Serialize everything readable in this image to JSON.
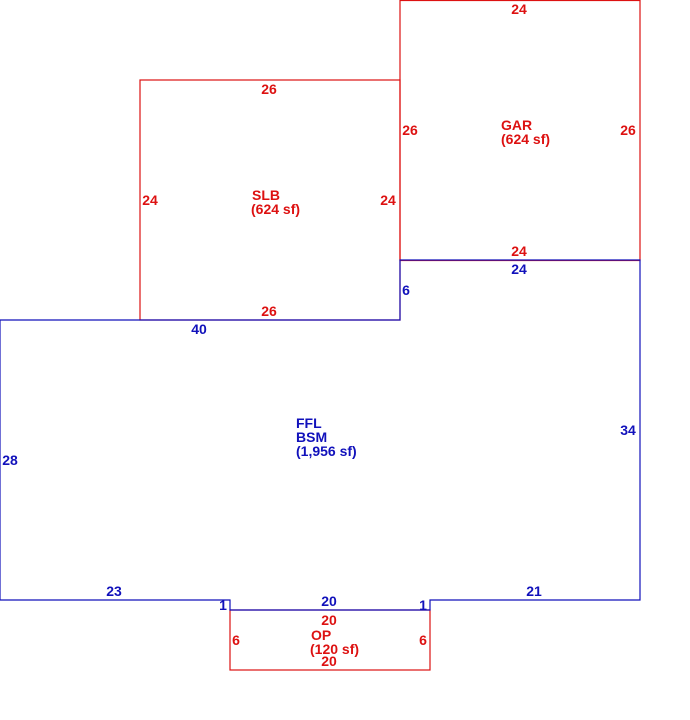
{
  "colors": {
    "red": "#dd1111",
    "blue": "#1111bb"
  },
  "areas": {
    "gar": {
      "name": "GAR",
      "size": "(624 sf)"
    },
    "slb": {
      "name": "SLB",
      "size": "(624 sf)"
    },
    "main": {
      "name1": "FFL",
      "name2": "BSM",
      "size": "(1,956 sf)"
    },
    "op": {
      "name": "OP",
      "size": "(120 sf)"
    }
  },
  "dims": {
    "gar_top": "24",
    "gar_left": "26",
    "gar_right": "26",
    "gar_bottom": "24",
    "slb_top": "26",
    "slb_left": "24",
    "slb_right": "24",
    "slb_bottom": "26",
    "main_top_right": "24",
    "main_step": "6",
    "main_top_left": "40",
    "main_left": "28",
    "main_right": "34",
    "main_bottom_left": "23",
    "main_bottom_right": "21",
    "main_notch_left": "1",
    "main_notch_right": "1",
    "main_notch_bottom": "20",
    "op_top": "20",
    "op_left": "6",
    "op_right": "6",
    "op_bottom": "20"
  }
}
